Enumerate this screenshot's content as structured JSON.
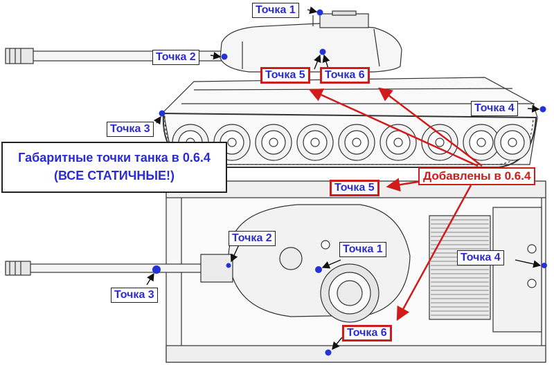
{
  "title": {
    "line1": "Габаритные точки танка в 0.6.4",
    "line2": "(ВСЕ СТАТИЧНЫЕ!)"
  },
  "note": "Добавлены в 0.6.4",
  "side_view": {
    "p1": "Точка 1",
    "p2": "Точка 2",
    "p3": "Точка 3",
    "p4": "Точка 4",
    "p5": "Точка 5",
    "p6": "Точка 6"
  },
  "top_view": {
    "p1": "Точка 1",
    "p2": "Точка 2",
    "p3": "Точка 3",
    "p4": "Точка 4",
    "p5": "Точка 5",
    "p6": "Точка 6"
  },
  "colors": {
    "label_text": "#2b2bd6",
    "point": "#2433d8",
    "highlight": "#d11a1a",
    "line_art": "#333333"
  }
}
